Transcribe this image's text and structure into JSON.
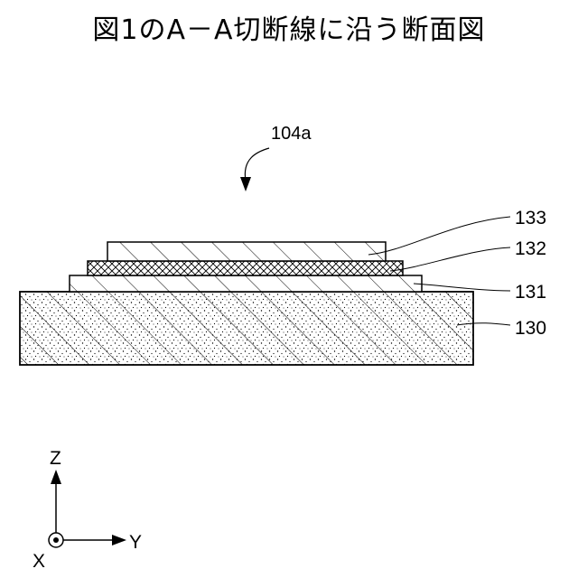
{
  "figure": {
    "title": "図1のA－A切断線に沿う断面図",
    "assembly_label": "104a",
    "layer_labels": {
      "l133": "133",
      "l132": "132",
      "l131": "131",
      "l130": "130"
    },
    "axes": {
      "z": "Z",
      "y": "Y",
      "x": "X"
    }
  }
}
